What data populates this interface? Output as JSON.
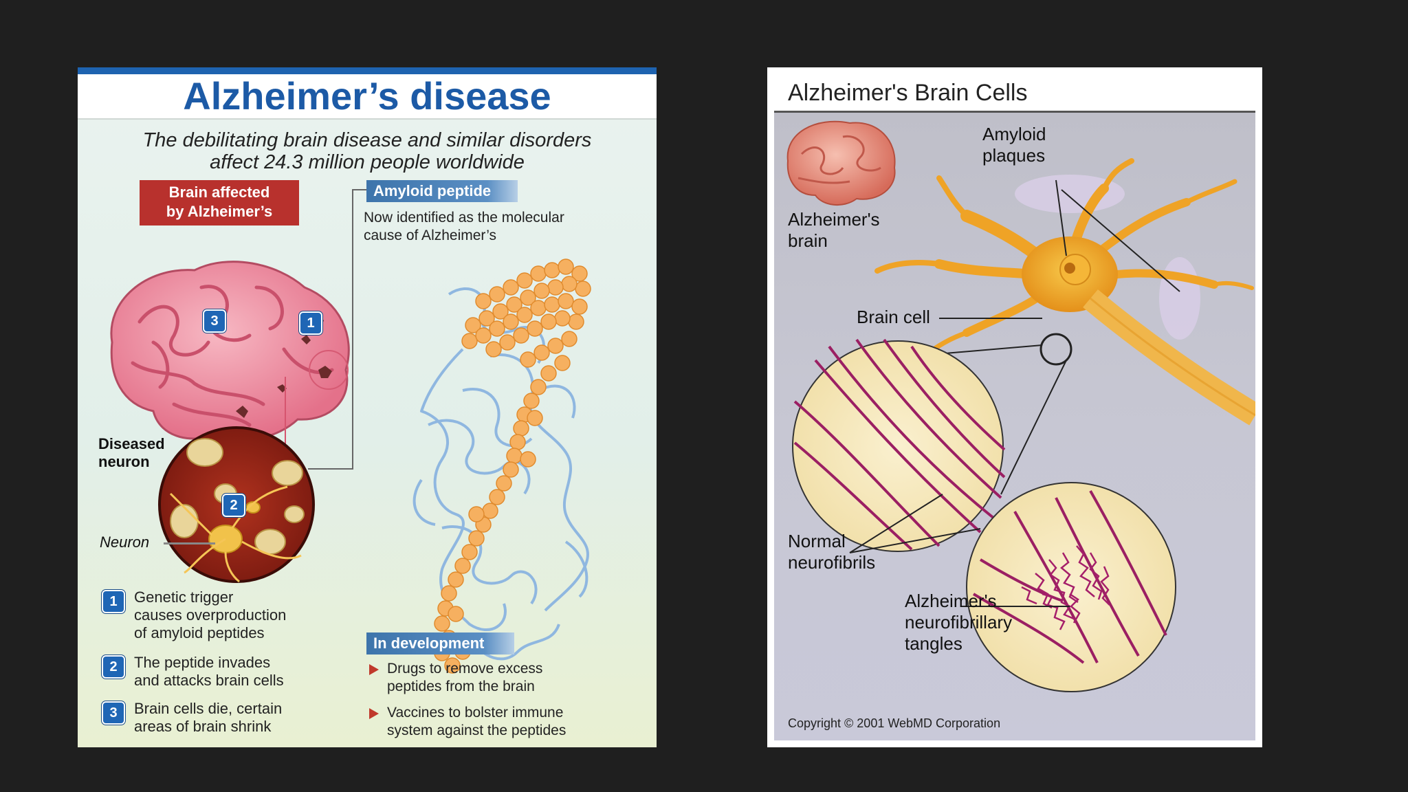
{
  "left": {
    "title": "Alzheimer’s disease",
    "subtitle_line1": "The debilitating brain disease and similar disorders",
    "subtitle_line2": "affect 24.3 million people worldwide",
    "brain_label_line1": "Brain affected",
    "brain_label_line2": "by Alzheimer’s",
    "amyloid_tag": "Amyloid peptide",
    "amyloid_desc_line1": "Now identified as the molecular",
    "amyloid_desc_line2": "cause of Alzheimer’s",
    "diseased_neuron_line1": "Diseased",
    "diseased_neuron_line2": "neuron",
    "neuron_label": "Neuron",
    "steps": [
      {
        "num": "1",
        "lines": [
          "Genetic trigger",
          "causes overproduction",
          "of amyloid peptides"
        ]
      },
      {
        "num": "2",
        "lines": [
          "The peptide invades",
          "and attacks brain cells"
        ]
      },
      {
        "num": "3",
        "lines": [
          "Brain cells die, certain",
          "areas of brain shrink"
        ]
      }
    ],
    "development_tag": "In development",
    "development_items": [
      {
        "lines": [
          "Drugs to remove excess",
          "peptides from the brain"
        ]
      },
      {
        "lines": [
          "Vaccines to bolster immune",
          "system against the peptides"
        ]
      }
    ],
    "brain_markers": [
      "3",
      "1"
    ],
    "neuron_marker": "2"
  },
  "right": {
    "title": "Alzheimer's Brain Cells",
    "amyloid_line1": "Amyloid",
    "amyloid_line2": "plaques",
    "alz_brain_line1": "Alzheimer's",
    "alz_brain_line2": "brain",
    "brain_cell": "Brain cell",
    "normal_line1": "Normal",
    "normal_line2": "neurofibrils",
    "tangles_line1": "Alzheimer's",
    "tangles_line2": "neurofibrillary",
    "tangles_line3": "tangles",
    "copyright": "Copyright © 2001 WebMD Corporation"
  },
  "colors": {
    "background": "#1f1f1f",
    "title_blue": "#1c5aa6",
    "label_red": "#b8312d",
    "brain_pink": "#f08a9a",
    "peptide_orange": "#f6b060",
    "peptide_blue": "#8fb7e0",
    "neuron_gold": "#f1a51e",
    "fibril_magenta": "#8e1e5c"
  }
}
